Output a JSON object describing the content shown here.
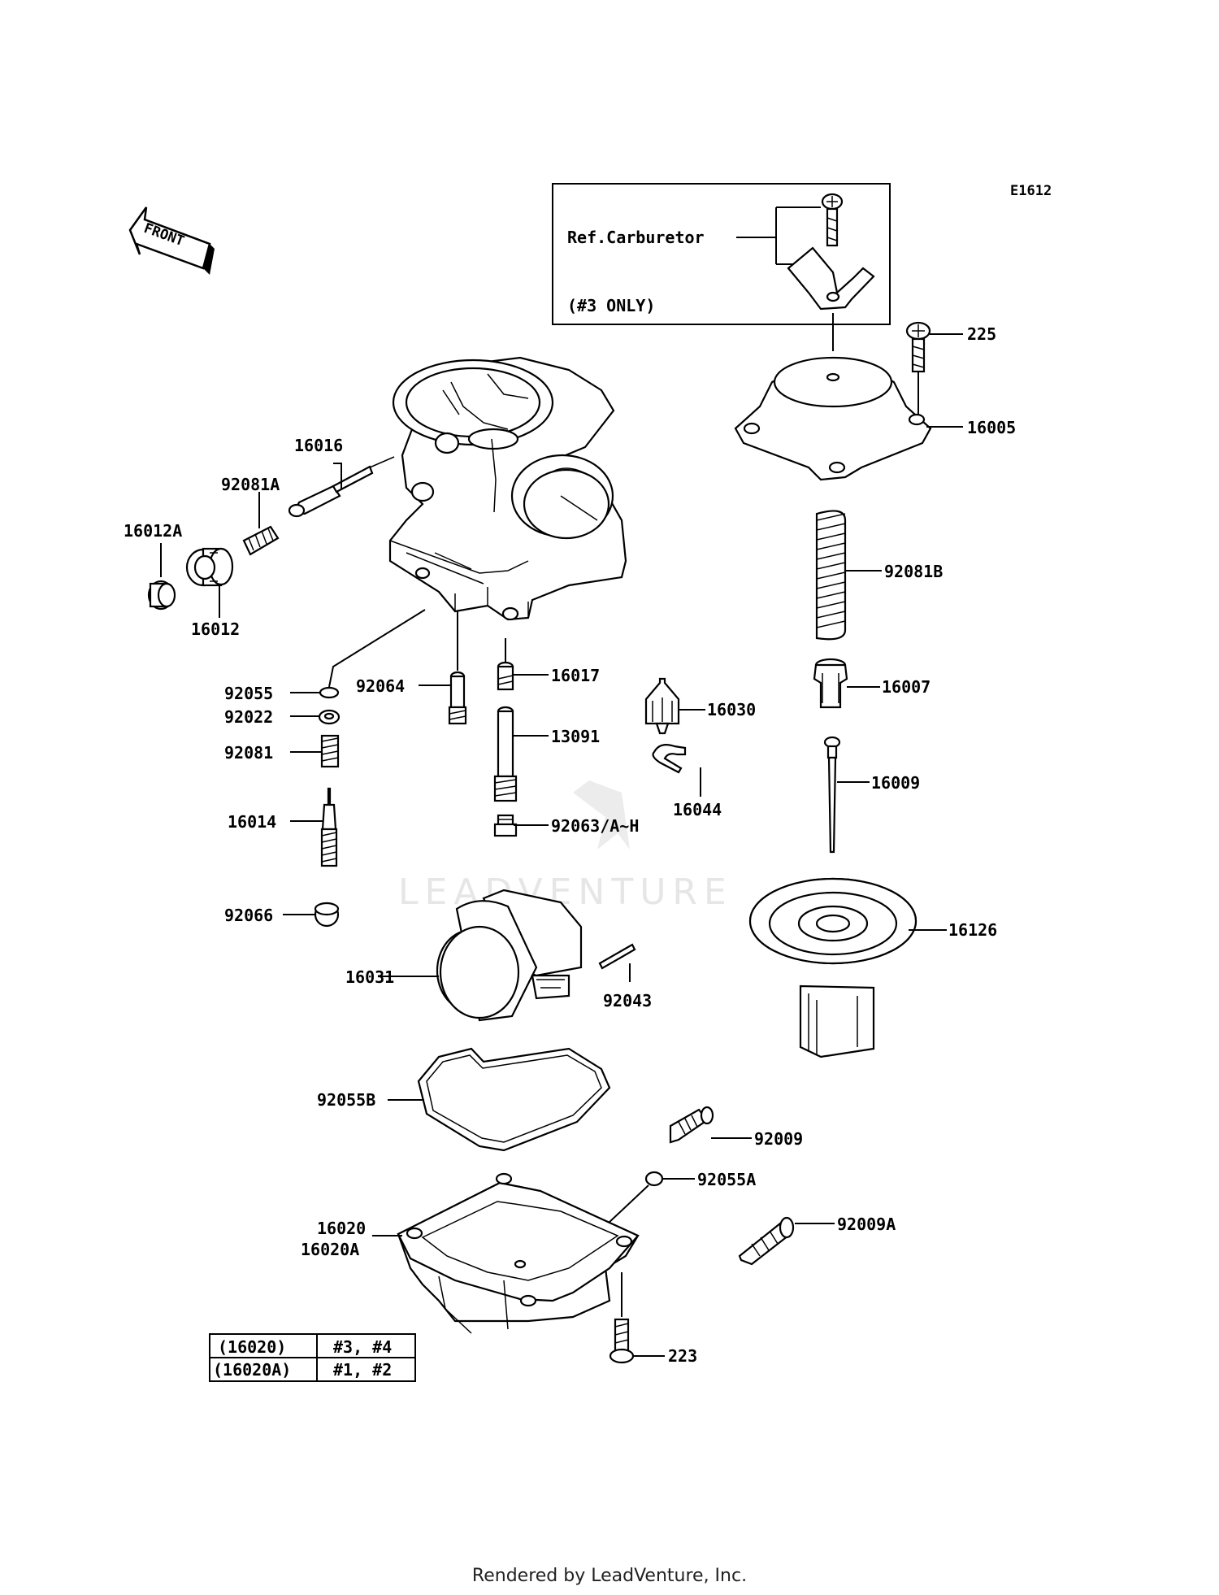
{
  "diagram_code": "E1612",
  "front_label": "FRONT",
  "ref_box": {
    "title": "Ref.Carburetor",
    "note": "(#3 ONLY)"
  },
  "watermark": "LEADVENTURE",
  "parts": {
    "p225": "225",
    "p16005": "16005",
    "p92081B": "92081B",
    "p16007": "16007",
    "p16009": "16009",
    "p16126": "16126",
    "p16016": "16016",
    "p92081A": "92081A",
    "p16012A": "16012A",
    "p16012": "16012",
    "p92055": "92055",
    "p92022": "92022",
    "p92081": "92081",
    "p16014": "16014",
    "p92066": "92066",
    "p92064": "92064",
    "p16017": "16017",
    "p13091": "13091",
    "p92063": "92063/A~H",
    "p16030": "16030",
    "p16044": "16044",
    "p16031": "16031",
    "p92043": "92043",
    "p92055B": "92055B",
    "p92009": "92009",
    "p92055A": "92055A",
    "p92009A": "92009A",
    "p16020": "16020",
    "p16020A": "16020A",
    "p223": "223"
  },
  "app_table": {
    "rows": [
      {
        "part": "(16020)",
        "models": "#3, #4"
      },
      {
        "part": "(16020A)",
        "models": "#1, #2"
      }
    ]
  },
  "footer": "Rendered by LeadVenture, Inc."
}
